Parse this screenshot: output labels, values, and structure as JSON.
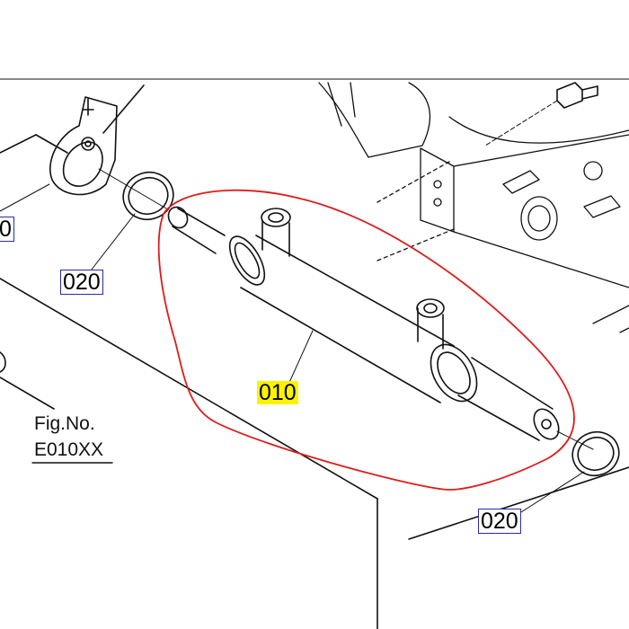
{
  "callouts": {
    "left_partial": "0",
    "ring_left": "020",
    "cylinder": "010",
    "ring_right": "020"
  },
  "figure": {
    "label_line1": "Fig.No.",
    "label_line2": "E010XX"
  },
  "colors": {
    "line": "#111111",
    "circle_mark": "#e01b1b",
    "label_border": "#2a2aa8",
    "highlight": "#fff200"
  }
}
